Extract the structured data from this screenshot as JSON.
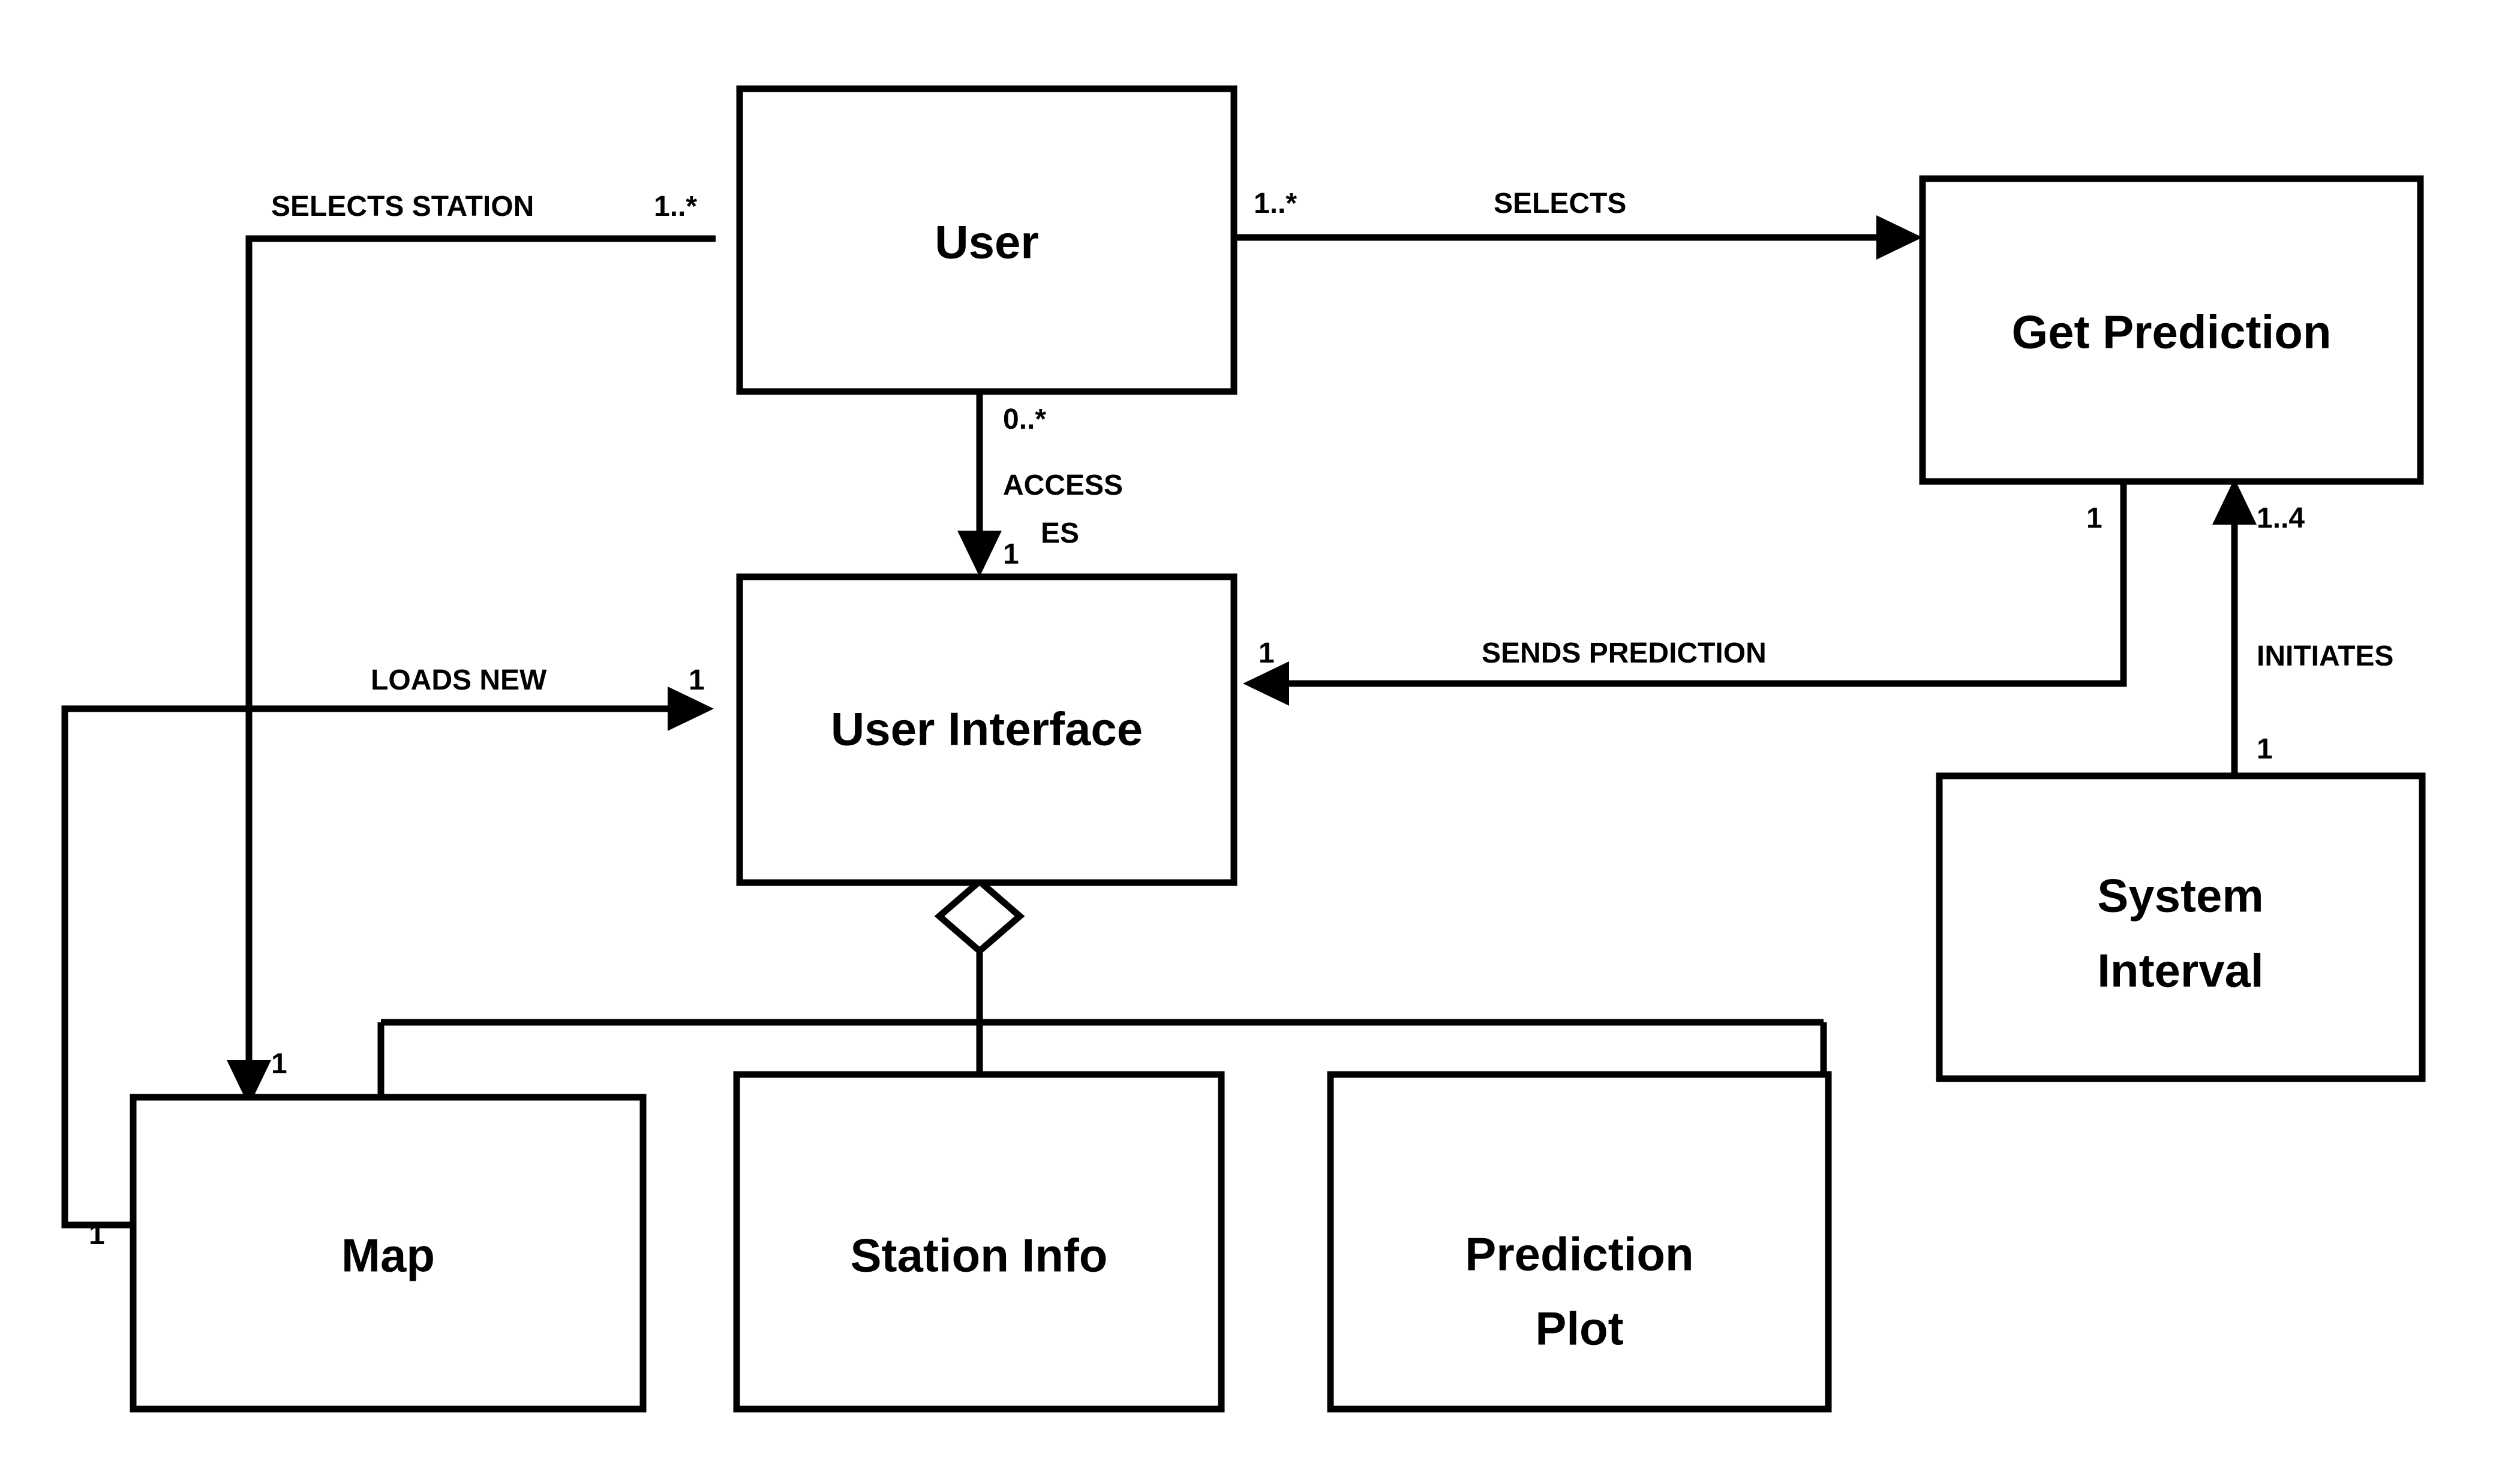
{
  "diagram": {
    "type": "uml-class-diagram",
    "title": "",
    "background_color": "#ffffff",
    "line_color": "#000000",
    "text_color": "#000000"
  },
  "classes": [
    {
      "id": "user",
      "name": "User"
    },
    {
      "id": "get_prediction",
      "name": "Get Prediction"
    },
    {
      "id": "user_interface",
      "name": "User Interface"
    },
    {
      "id": "system_interval",
      "name": "System Interval"
    },
    {
      "id": "map",
      "name": "Map"
    },
    {
      "id": "station_info",
      "name": "Station Info"
    },
    {
      "id": "prediction_plot",
      "name": "Prediction\nPlot"
    },
    {
      "id": "prediction_plot_line1",
      "name": "Prediction"
    },
    {
      "id": "prediction_plot_line2",
      "name": "Plot"
    },
    {
      "id": "system_interval_line1",
      "name": "System"
    },
    {
      "id": "system_interval_line2",
      "name": "Interval"
    }
  ],
  "relationships": [
    {
      "id": "selects-station",
      "label": "SELECTS STATION",
      "source": "User",
      "target": "Map",
      "source_multiplicity": "1..*",
      "target_multiplicity": "1"
    },
    {
      "id": "selects",
      "label": "SELECTS",
      "source": "User",
      "target": "Get Prediction",
      "source_multiplicity": "1..*",
      "target_multiplicity": ""
    },
    {
      "id": "accesses",
      "label_line1": "ACCESS",
      "label_line2": "ES",
      "label": "ACCESSES",
      "source": "User",
      "target": "User Interface",
      "source_multiplicity": "0..*",
      "target_multiplicity": "1"
    },
    {
      "id": "loads-new",
      "label": "LOADS NEW",
      "source": "Map",
      "target": "User Interface",
      "source_multiplicity": "1",
      "target_multiplicity": "1"
    },
    {
      "id": "sends-prediction",
      "label": "SENDS PREDICTION",
      "source": "Get Prediction",
      "target": "User Interface",
      "source_multiplicity": "1",
      "target_multiplicity": "1"
    },
    {
      "id": "initiates",
      "label": "INITIATES",
      "source": "System Interval",
      "target": "Get Prediction",
      "source_multiplicity": "1",
      "target_multiplicity": "1..4"
    },
    {
      "id": "aggregation",
      "label": "",
      "source": "User Interface",
      "target": "Map / Station Info / Prediction Plot",
      "source_multiplicity": "",
      "target_multiplicity": ""
    }
  ],
  "labels": {
    "selects_station": "SELECTS STATION",
    "selects_station_mult": "1..*",
    "selects": "SELECTS",
    "selects_mult": "1..*",
    "accesses_line1": "ACCESS",
    "accesses_line2": "ES",
    "accesses_src_mult": "0..*",
    "accesses_tgt_mult": "1",
    "loads_new": "LOADS NEW",
    "loads_new_tgt_mult": "1",
    "loads_new_src_mult": "1",
    "sends_prediction": "SENDS PREDICTION",
    "sends_prediction_tgt_mult": "1",
    "sends_prediction_src_mult": "1",
    "initiates": "INITIATES",
    "initiates_tgt_mult": "1..4",
    "initiates_src_mult": "1",
    "map_tgt_mult": "1"
  }
}
